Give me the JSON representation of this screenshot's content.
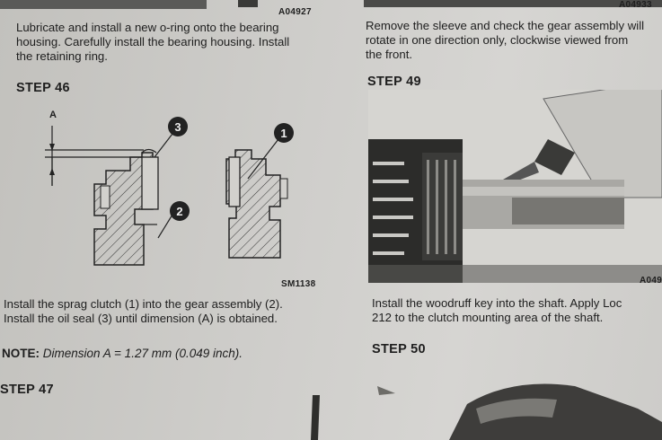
{
  "left": {
    "top_figure_code": "A04927",
    "step45_text_l1": "Lubricate and install a new o-ring onto the bearing",
    "step45_text_l2": "housing.  Carefully install the bearing housing.  Install",
    "step45_text_l3": "the retaining ring.",
    "step46_title": "STEP 46",
    "dim_label": "A",
    "callout_1": "1",
    "callout_2": "2",
    "callout_3": "3",
    "figure_code": "SM1138",
    "step46_text_l1": "Install the sprag clutch (1) into the gear assembly (2).",
    "step46_text_l2": "Install the oil seal (3) until dimension (A) is obtained.",
    "note_label": "NOTE:",
    "note_text": "Dimension A = 1.27 mm (0.049 inch).",
    "step47_title": "STEP 47"
  },
  "right": {
    "top_figure_code": "A04933",
    "step48_text_l1": "Remove the sleeve and check the gear assembly will",
    "step48_text_l2": "rotate in one direction only, clockwise viewed from",
    "step48_text_l3": "the front.",
    "step49_title": "STEP 49",
    "photo_code": "A049",
    "step49_text_l1": "Install the woodruff key into the shaft.  Apply Loc",
    "step49_text_l2": "212 to the clutch mounting area of the shaft.",
    "step50_title": "STEP 50"
  }
}
